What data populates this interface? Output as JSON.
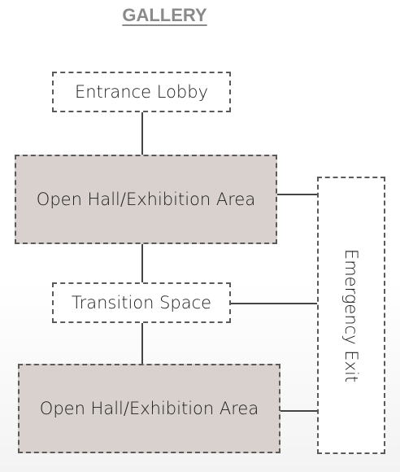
{
  "title": "GALLERY",
  "nodes": {
    "entrance": "Entrance Lobby",
    "hall1": "Open Hall/Exhibition Area",
    "transition": "Transition Space",
    "hall2": "Open Hall/Exhibition Area",
    "exit": "Emergency Exit"
  },
  "colors": {
    "shaded_fill": "#d8d1cd",
    "title": "#8a8a8a",
    "border": "#5a5a5a"
  }
}
